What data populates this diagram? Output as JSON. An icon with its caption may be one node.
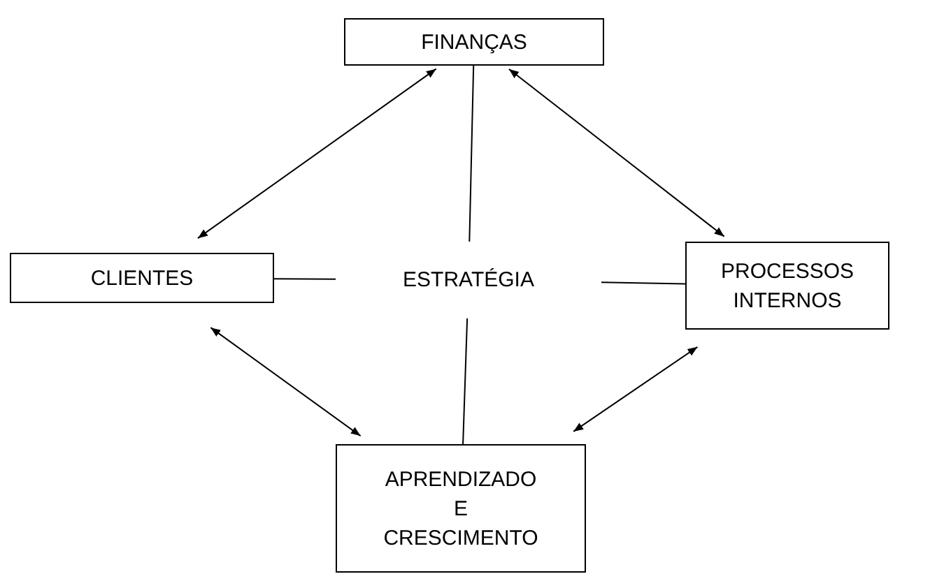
{
  "diagram": {
    "nodes": [
      {
        "text": [
          "FINANÇAS"
        ]
      },
      {
        "text": [
          "CLIENTES"
        ]
      },
      {
        "text": [
          "ESTRATÉGIA"
        ]
      },
      {
        "text": [
          "PROCESSOS INTERNOS"
        ]
      },
      {
        "text": [
          "APRENDIZADO E CRESCIMENTO"
        ]
      }
    ],
    "edges": [
      {
        "from": 0,
        "to": 2,
        "arrow": "none"
      },
      {
        "from": 1,
        "to": 2,
        "arrow": "none"
      },
      {
        "from": 2,
        "to": 3,
        "arrow": "none"
      },
      {
        "from": 2,
        "to": 4,
        "arrow": "none"
      },
      {
        "from": 1,
        "to": 0,
        "arrow": "both"
      },
      {
        "from": 0,
        "to": 3,
        "arrow": "both"
      },
      {
        "from": 1,
        "to": 4,
        "arrow": "both"
      },
      {
        "from": 4,
        "to": 3,
        "arrow": "both"
      }
    ]
  }
}
